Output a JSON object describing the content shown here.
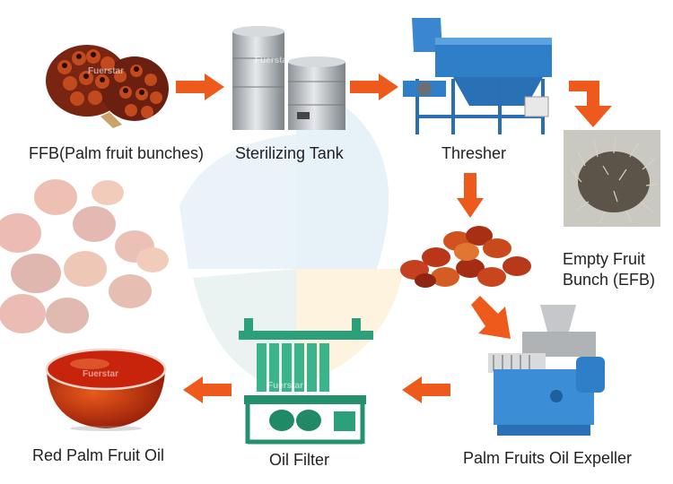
{
  "nodes": {
    "ffb": {
      "label": "FFB(Palm fruit bunches)"
    },
    "sterilizing": {
      "label": "Sterilizing Tank"
    },
    "thresher": {
      "label": "Thresher"
    },
    "efb": {
      "label": "Empty Fruit Bunch (EFB)"
    },
    "expeller": {
      "label": "Palm Fruits Oil Expeller"
    },
    "filter": {
      "label": "Oil Filter"
    },
    "oil": {
      "label": "Red Palm Fruit Oil"
    }
  },
  "watermark": {
    "text": "Fuerstar"
  },
  "colors": {
    "arrow": "#ee5a1c",
    "machine_blue": "#2f7fc8",
    "filter_green": "#2aa37e",
    "palm_fruit": "#b33a1a",
    "oil_red": "#c8240c",
    "tank_steel": "#b8bcc0"
  }
}
